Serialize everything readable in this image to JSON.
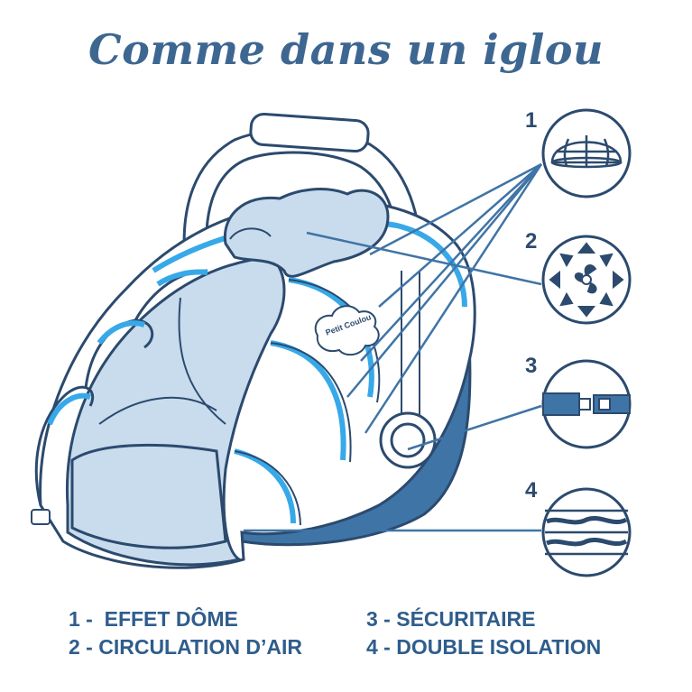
{
  "title": "Comme dans un iglou",
  "brand_logo_text": "Petit Coulou",
  "callouts": [
    {
      "number": "1",
      "icon": "dome-icon"
    },
    {
      "number": "2",
      "icon": "fan-airflow-icon"
    },
    {
      "number": "3",
      "icon": "seatbelt-buckle-icon"
    },
    {
      "number": "4",
      "icon": "insulation-layers-icon"
    }
  ],
  "legend": [
    "1 -  EFFET DÔME",
    "3 - SÉCURITAIRE",
    "2 - CIRCULATION D’AIR",
    "4 - DOUBLE ISOLATION"
  ],
  "colors": {
    "outline": "#2c4a6e",
    "accent_blue": "#37a9e9",
    "light_fill": "#c8dced",
    "shell_dark": "#3f74a6",
    "title": "#3d6791",
    "legend_text": "#2f5d8c"
  }
}
